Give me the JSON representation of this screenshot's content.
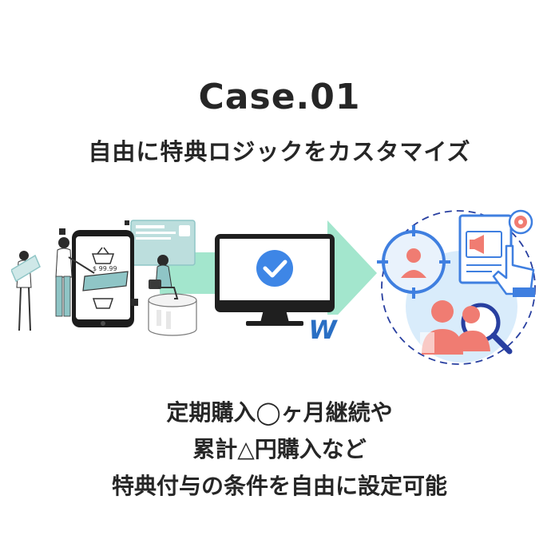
{
  "heading": {
    "case_label": "Case.01",
    "subtitle": "自由に特典ロジックをカスタマイズ"
  },
  "illustration": {
    "shopping_illustration": {
      "price_tag": "$ 99.99"
    },
    "monitor_badge_letter": "W"
  },
  "description": {
    "lines": [
      "定期購入◯ヶ月継続や",
      "累計△円購入など",
      "特典付与の条件を自由に設定可能"
    ]
  },
  "colors": {
    "arrow": "#a3e6cd",
    "check_circle": "#3e86e6",
    "monitor": "#1f1f1f",
    "brand_w": "#2a6fc4",
    "target_blue": "#3f7fe0",
    "person_salmon": "#f07c72",
    "light_blue_bg": "#d9ecfb",
    "shopping_teal": "#8fc5c6"
  }
}
